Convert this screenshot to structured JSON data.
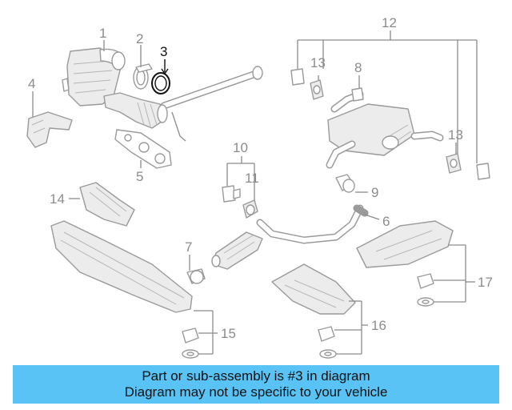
{
  "banner": {
    "line1": "Part or sub-assembly is #3 in diagram",
    "line2": "Diagram may not be specific to your vehicle"
  },
  "highlighted_part": "3",
  "colors": {
    "banner_bg": "#5ac3f6",
    "highlight": "#111111",
    "linework": "#9a9a9a"
  },
  "callouts": {
    "c1": "1",
    "c2": "2",
    "c3": "3",
    "c4": "4",
    "c5": "5",
    "c6": "6",
    "c7": "7",
    "c8": "8",
    "c9": "9",
    "c10": "10",
    "c11": "11",
    "c12": "12",
    "c13a": "13",
    "c13b": "13",
    "c14": "14",
    "c15": "15",
    "c16": "16",
    "c17": "17"
  }
}
